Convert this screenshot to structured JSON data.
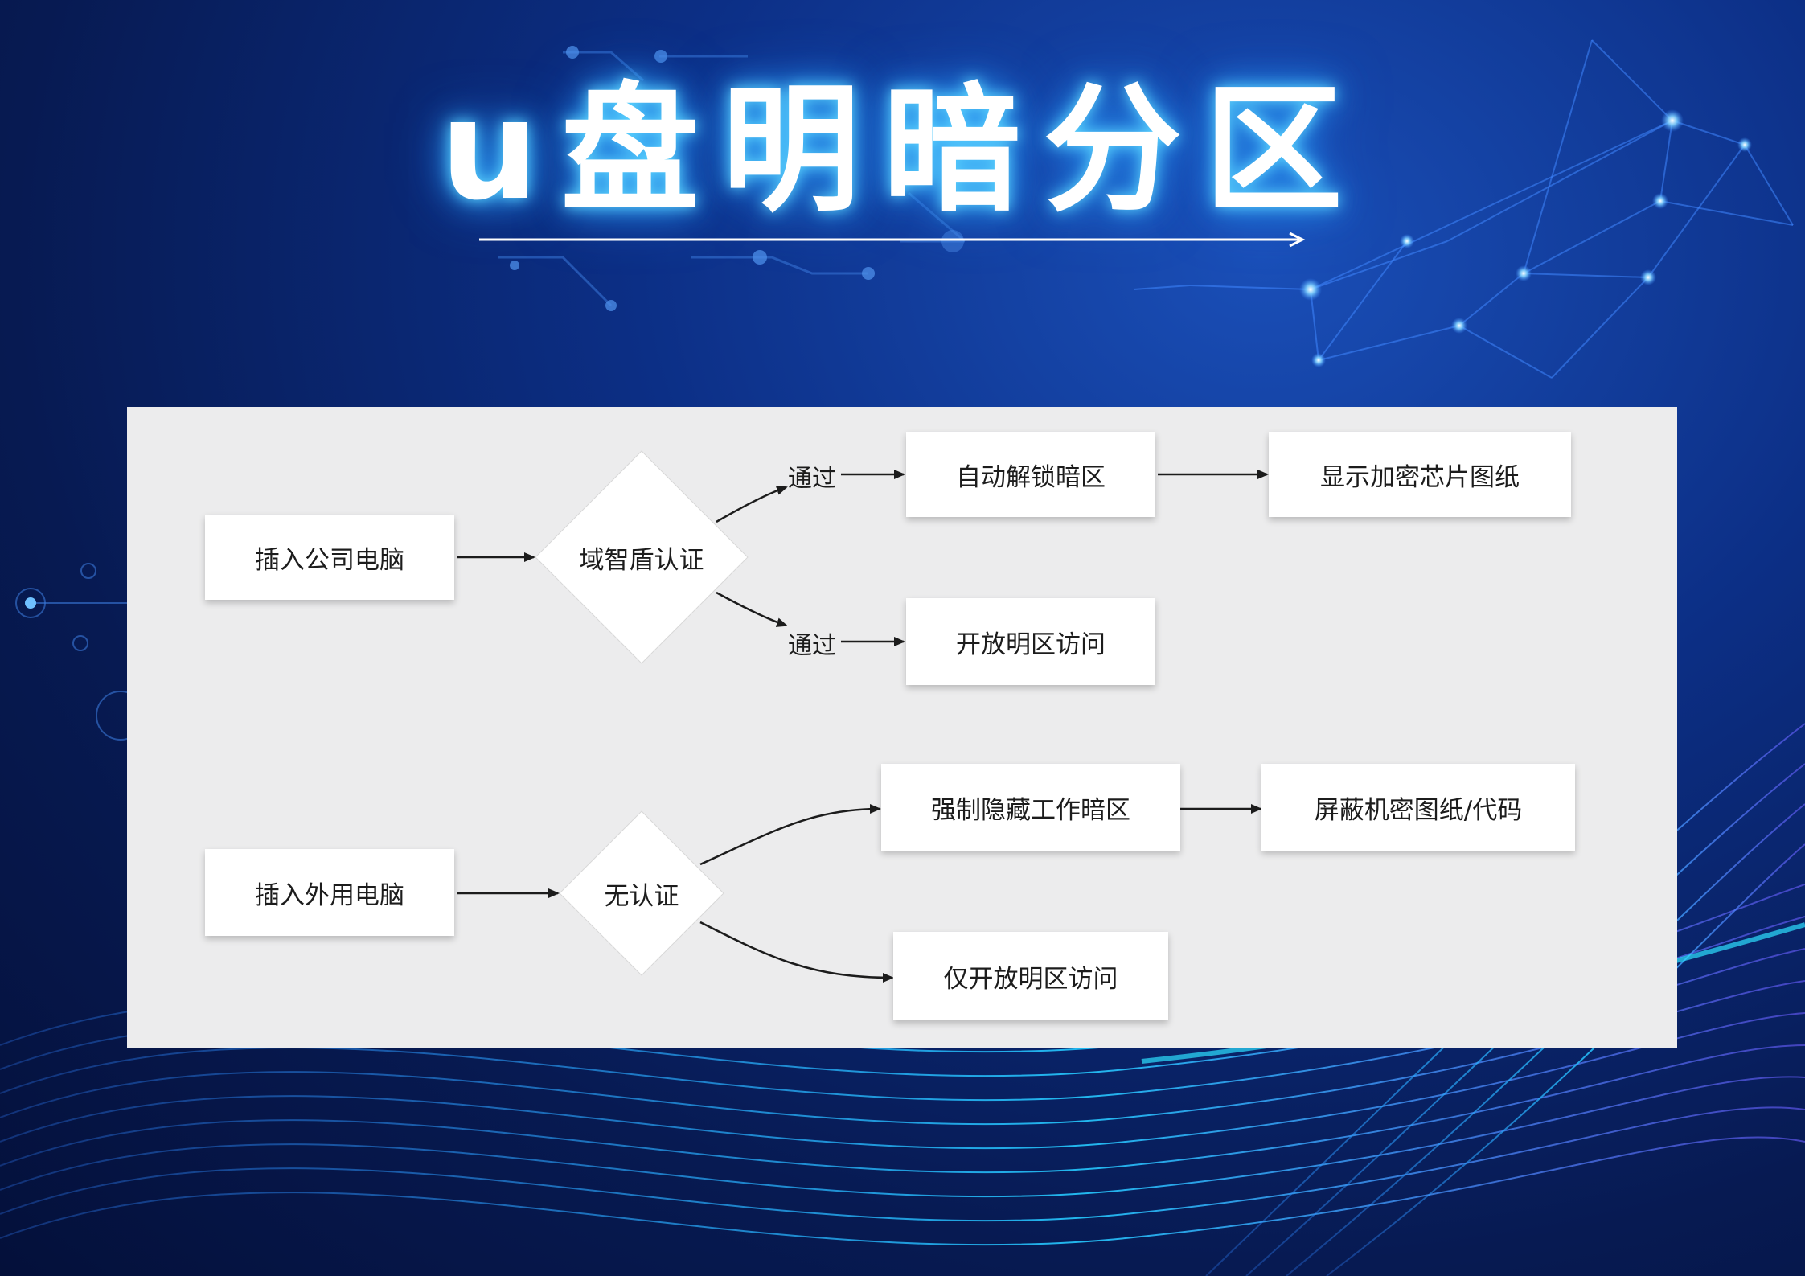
{
  "title": "u盘明暗分区",
  "flow": {
    "row1": {
      "start": "插入公司电脑",
      "decision": "域智盾认证",
      "edge_top_label": "通过",
      "edge_bottom_label": "通过",
      "top_result": "自动解锁暗区",
      "top_final": "显示加密芯片图纸",
      "bottom_result": "开放明区访问"
    },
    "row2": {
      "start": "插入外用电脑",
      "decision": "无认证",
      "top_result": "强制隐藏工作暗区",
      "top_final": "屏蔽机密图纸/代码",
      "bottom_result": "仅开放明区访问"
    }
  },
  "colors": {
    "background": "#0c2f86",
    "title_glow": "#5fd8ff",
    "panel": "#ececed",
    "node": "#ffffff",
    "arrow": "#1c1c1c"
  }
}
